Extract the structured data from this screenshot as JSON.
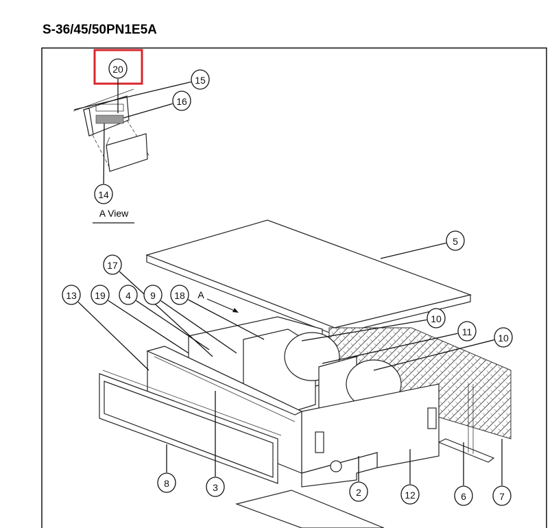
{
  "title": "S-36/45/50PN1E5A",
  "view_label": "A View",
  "direction_label": "A",
  "highlight_color": "#d9262c",
  "highlighted_callout": "20",
  "callouts": [
    "20",
    "15",
    "16",
    "14",
    "5",
    "17",
    "13",
    "19",
    "4",
    "9",
    "18",
    "10",
    "11",
    "10",
    "8",
    "3",
    "2",
    "12",
    "6",
    "7"
  ]
}
